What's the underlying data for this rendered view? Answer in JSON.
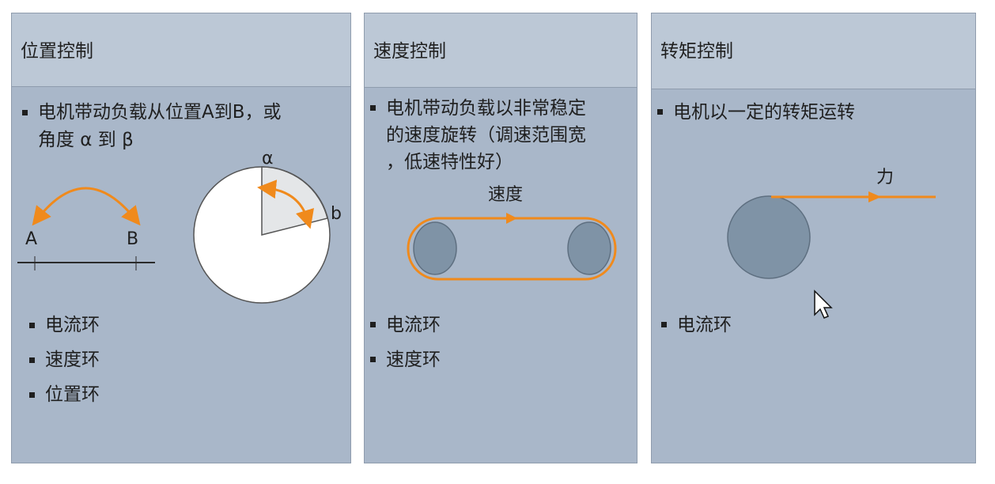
{
  "panels": [
    {
      "title": "位置控制",
      "description_lines": [
        "电机带动负载从位置A到B，或",
        "角度 α  到 β"
      ],
      "diagram": {
        "point_a": "A",
        "point_b": "B",
        "angle_alpha": "α",
        "angle_b": "b"
      },
      "loops": [
        "电流环",
        "速度环",
        "位置环"
      ]
    },
    {
      "title": "速度控制",
      "description_lines": [
        "电机带动负载以非常稳定",
        "的速度旋转（调速范围宽",
        "，低速特性好）"
      ],
      "diagram": {
        "speed_label": "速度"
      },
      "loops": [
        "电流环",
        "速度环"
      ]
    },
    {
      "title": "转矩控制",
      "description_lines": [
        "电机以一定的转矩运转"
      ],
      "diagram": {
        "force_label": "力"
      },
      "loops": [
        "电流环"
      ]
    }
  ],
  "colors": {
    "panel_bg": "#a9b7c9",
    "header_bg": "#bcc8d6",
    "accent_orange": "#f08a1c",
    "motor_fill": "#7f93a6"
  },
  "cursor_icon": "mouse-pointer-icon"
}
